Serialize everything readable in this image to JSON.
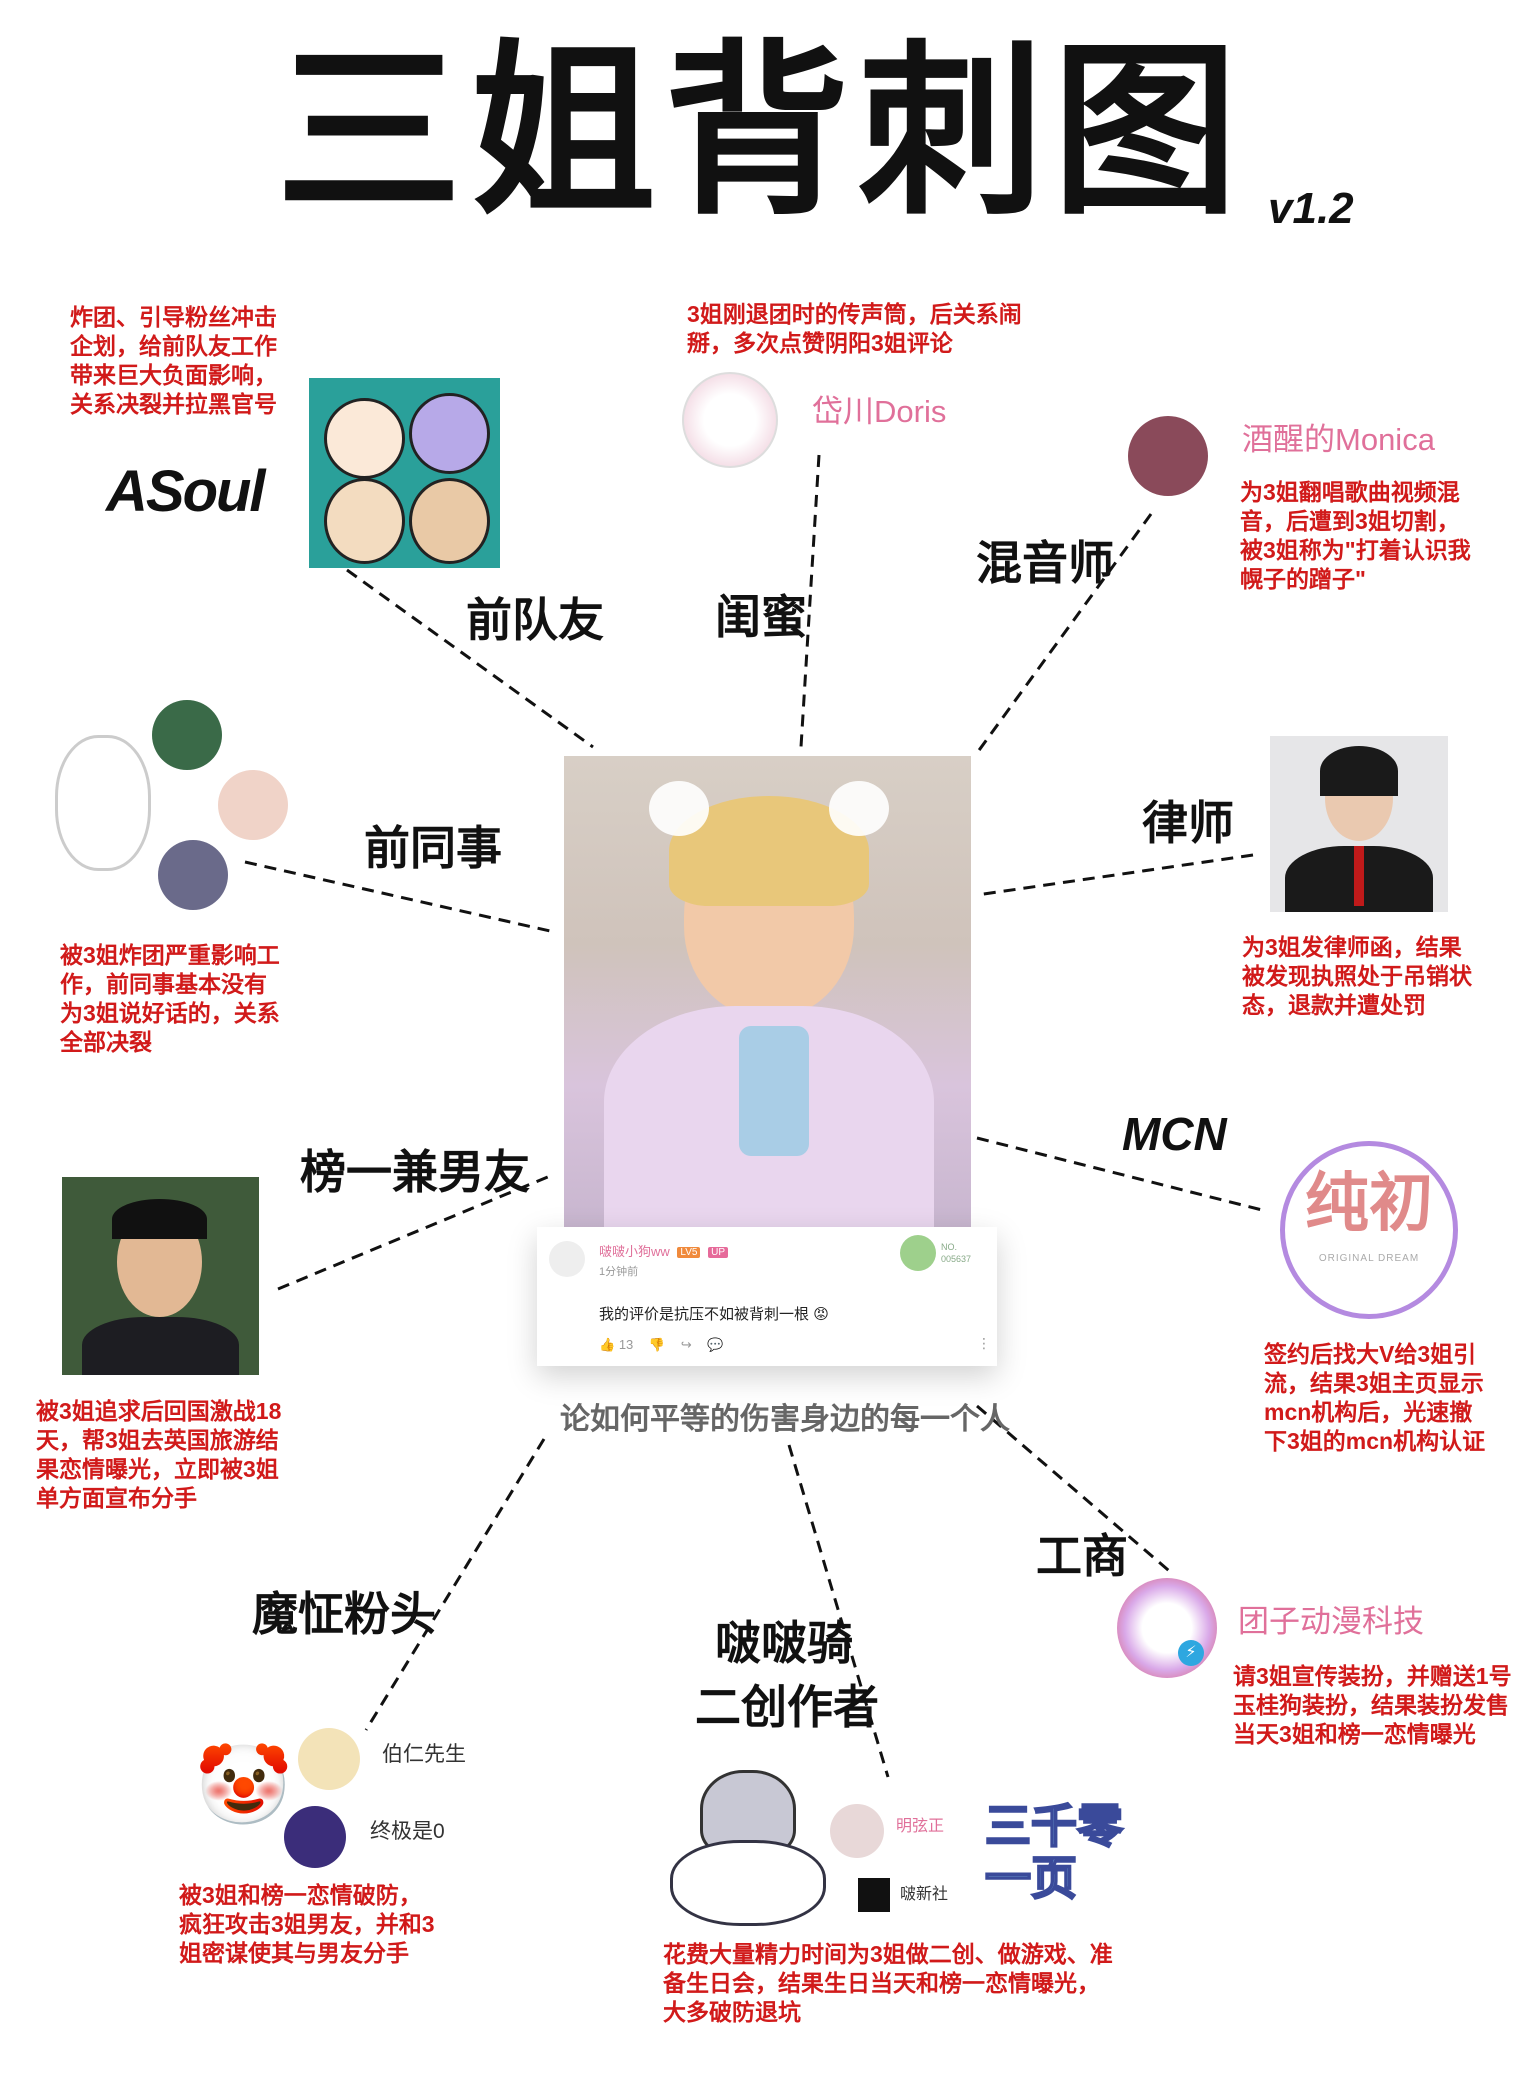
{
  "title": "三姐背刺图",
  "version": "v1.2",
  "center": {
    "caption": "论如何平等的伤害身边的每一个人",
    "comment": {
      "username": "啵啵小狗ww",
      "level_badge": "LV5",
      "up_badge": "UP",
      "time": "1分钟前",
      "text": "我的评价是抗压不如被背刺一根",
      "likes": "13",
      "fan_no_label": "NO.",
      "fan_no": "005637"
    }
  },
  "relations": {
    "former_teammates": {
      "label": "前队友",
      "logo": "ASoul",
      "desc": [
        "炸团、引导粉丝冲击",
        "企划，给前队友工作",
        "带来巨大负面影响，",
        "关系决裂并拉黑官号"
      ]
    },
    "bestie": {
      "label": "闺蜜",
      "name": "岱川Doris",
      "desc": [
        "3姐刚退团时的传声筒，后关系闹",
        "掰，多次点赞阴阳3姐评论"
      ]
    },
    "mixer": {
      "label": "混音师",
      "name": "酒醒的Monica",
      "desc": [
        "为3姐翻唱歌曲视频混",
        "音，后遭到3姐切割，",
        "被3姐称为\"打着认识我",
        "幌子的蹭子\""
      ]
    },
    "former_colleagues": {
      "label": "前同事",
      "desc": [
        "被3姐炸团严重影响工",
        "作，前同事基本没有",
        "为3姐说好话的，关系",
        "全部决裂"
      ]
    },
    "lawyer": {
      "label": "律师",
      "desc": [
        "为3姐发律师函，结果",
        "被发现执照处于吊销状",
        "态，退款并遭处罚"
      ]
    },
    "boyfriend": {
      "label": "榜一兼男友",
      "desc": [
        "被3姐追求后回国激战18",
        "天，帮3姐去英国旅游结",
        "果恋情曝光，立即被3姐",
        "单方面宣布分手"
      ]
    },
    "mcn": {
      "label": "MCN",
      "logo_cn": "纯初",
      "logo_en": "ORIGINAL DREAM",
      "desc": [
        "签约后找大V给3姐引",
        "流，结果3姐主页显示",
        "mcn机构后，光速撤",
        "下3姐的mcn机构认证"
      ]
    },
    "business": {
      "label": "工商",
      "name": "团子动漫科技",
      "desc": [
        "请3姐宣传装扮，并赠送1号",
        "玉桂狗装扮，结果装扮发售",
        "当天3姐和榜一恋情曝光"
      ]
    },
    "obsessed_fans": {
      "label": "魔怔粉头",
      "names": [
        "伯仁先生",
        "终极是0"
      ],
      "desc": [
        "被3姐和榜一恋情破防，",
        "疯狂攻击3姐男友，并和3",
        "姐密谋使其与男友分手"
      ]
    },
    "creators": {
      "label1": "啵啵骑",
      "label2": "二创作者",
      "names": [
        "明弦正",
        "啵新社"
      ],
      "logo": "三千零一页",
      "desc": [
        "花费大量精力时间为3姐做二创、做游戏、准",
        "备生日会，结果生日当天和榜一恋情曝光，",
        "大多破防退坑"
      ]
    }
  },
  "colors": {
    "red_text": "#d11a1a",
    "pink_name": "#e0709a",
    "line": "#111111"
  }
}
